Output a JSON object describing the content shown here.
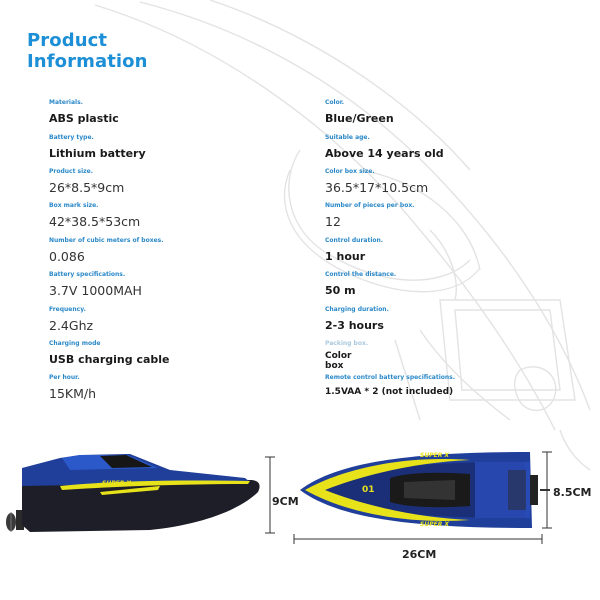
{
  "header": {
    "title_line1": "Product",
    "title_line2": "Information"
  },
  "specs_left": [
    {
      "label": "Materials.",
      "value": "ABS plastic"
    },
    {
      "label": "Battery type.",
      "value": "Lithium battery"
    },
    {
      "label": "Product size.",
      "value": "26*8.5*9cm"
    },
    {
      "label": "Box mark size.",
      "value": "42*38.5*53cm"
    },
    {
      "label": "Number of cubic meters of boxes.",
      "value": "0.086"
    },
    {
      "label": "Battery specifications.",
      "value": "3.7V 1000MAH"
    },
    {
      "label": "Frequency.",
      "value": "2.4Ghz"
    },
    {
      "label": "Charging mode",
      "value": "USB charging cable"
    },
    {
      "label": "Per hour.",
      "value": "15KM/h"
    }
  ],
  "specs_right": [
    {
      "label": "Color.",
      "value": "Blue/Green"
    },
    {
      "label": "Suitable age.",
      "value": "Above 14 years old"
    },
    {
      "label": "Color box size.",
      "value": "36.5*17*10.5cm"
    },
    {
      "label": "Number of pieces per box.",
      "value": "12"
    },
    {
      "label": "Control duration.",
      "value": "1 hour"
    },
    {
      "label": "Control the distance.",
      "value": "50 m"
    },
    {
      "label": "Charging duration.",
      "value": "2-3 hours"
    },
    {
      "label": "Packing box.",
      "value_line1": "Color",
      "value_line2": "box"
    },
    {
      "label": "Remote control battery specifications.",
      "value": "1.5VAA * 2 (not included)"
    }
  ],
  "dimensions": {
    "height": "9CM",
    "width": "8.5CM",
    "length": "26CM"
  },
  "boat_graphic": {
    "brand": "SUPER X",
    "number": "01"
  },
  "colors": {
    "accent_blue": "#1c8fd6",
    "hull_blue": "#1f3f9a",
    "hull_dark": "#16162a",
    "stripe_yellow": "#e8e21a"
  }
}
